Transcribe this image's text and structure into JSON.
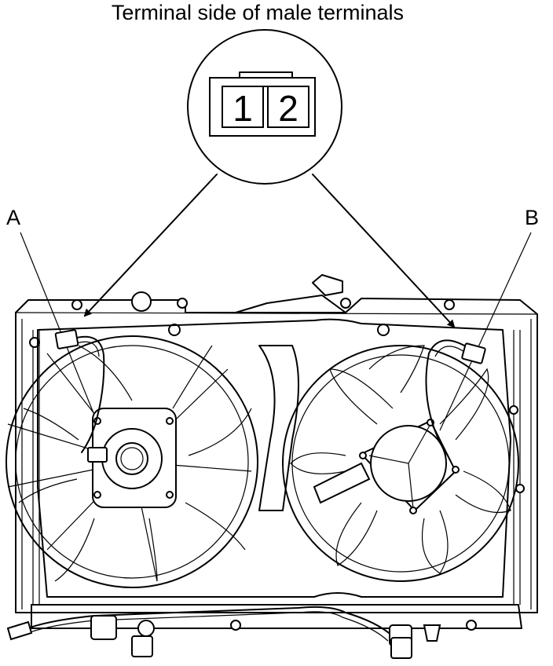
{
  "title": "Terminal side of male terminals",
  "connector": {
    "pin1": "1",
    "pin2": "2"
  },
  "callouts": {
    "left": "A",
    "right": "B"
  },
  "colors": {
    "ink": "#000000",
    "paper": "#ffffff"
  }
}
